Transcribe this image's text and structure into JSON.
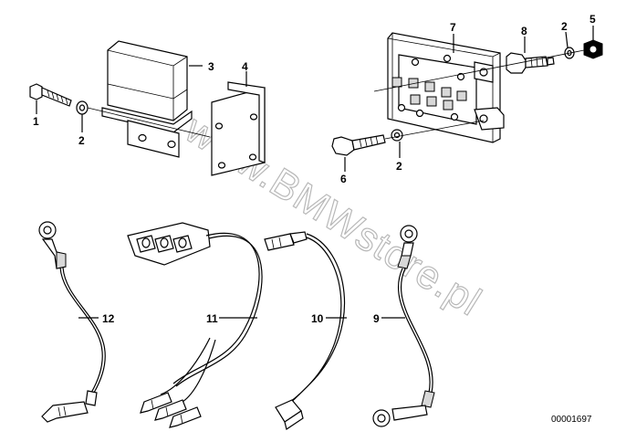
{
  "watermark": "www.BMWstore.pl",
  "reference_number": "00001697",
  "callouts": [
    {
      "id": "c1",
      "label": "1"
    },
    {
      "id": "c2a",
      "label": "2"
    },
    {
      "id": "c3",
      "label": "3"
    },
    {
      "id": "c4",
      "label": "4"
    },
    {
      "id": "c7",
      "label": "7"
    },
    {
      "id": "c8",
      "label": "8"
    },
    {
      "id": "c2b",
      "label": "2"
    },
    {
      "id": "c5",
      "label": "5"
    },
    {
      "id": "c6",
      "label": "6"
    },
    {
      "id": "c2c",
      "label": "2"
    },
    {
      "id": "c12",
      "label": "12"
    },
    {
      "id": "c11",
      "label": "11"
    },
    {
      "id": "c10",
      "label": "10"
    },
    {
      "id": "c9",
      "label": "9"
    }
  ]
}
